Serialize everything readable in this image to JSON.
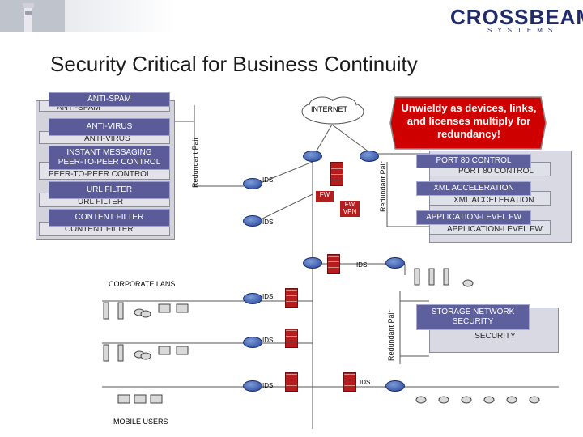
{
  "title": "Security Critical for Business Continuity",
  "logo": {
    "main": "CROSSBEAM",
    "sub": "SYSTEMS"
  },
  "left_modules": [
    {
      "front": "ANTI-SPAM",
      "back": "ANTI-SPAM"
    },
    {
      "front": "ANTI-VIRUS",
      "back": "ANTI-VIRUS"
    },
    {
      "front": "INSTANT MESSAGING\nPEER-TO-PEER CONTROL",
      "back": "PEER-TO-PEER CONTROL"
    },
    {
      "front": "URL FILTER",
      "back": "URL FILTER"
    },
    {
      "front": "CONTENT FILTER",
      "back": "CONTENT FILTER"
    }
  ],
  "right_modules": [
    {
      "front": "PORT 80 CONTROL",
      "back": "PORT 80 CONTROL"
    },
    {
      "front": "XML ACCELERATION",
      "back": "XML ACCELERATION"
    },
    {
      "front": "APPLICATION-LEVEL FW",
      "back": "APPLICATION-LEVEL FW"
    }
  ],
  "storage_module": {
    "front": "STORAGE NETWORK\nSECURITY",
    "back": "NETWORK\nSECURITY"
  },
  "redundant_pair_label": "Redundant Pair",
  "internet_label": "INTERNET",
  "callout_text": "Unwieldy as devices, links, and licenses multiply for redundancy!",
  "ids_label": "IDS",
  "fw_label": "FW",
  "fw_vpn_label": "FW\nVPN",
  "corporate_lans_label": "CORPORATE LANS",
  "mobile_users_label": "MOBILE USERS"
}
